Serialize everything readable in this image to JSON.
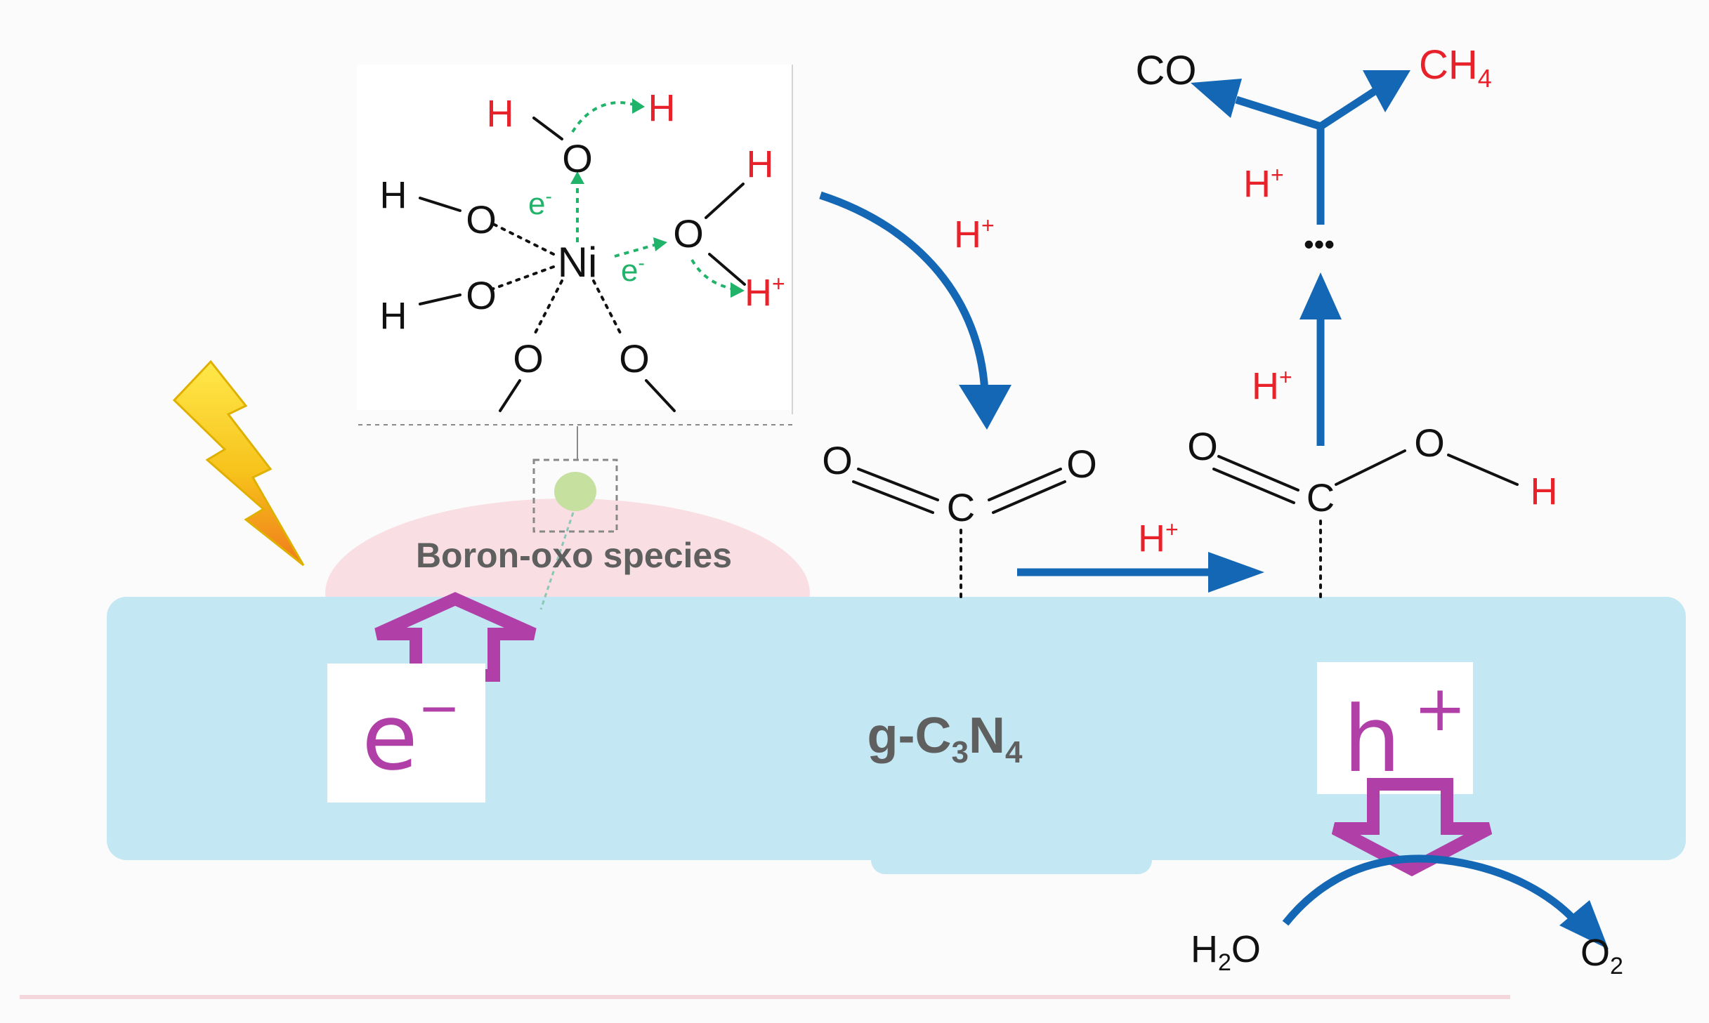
{
  "labels": {
    "boron_oxo": "Boron-oxo species",
    "support_main": "g-C",
    "support_sub1": "3",
    "support_mid": "N",
    "support_sub2": "4",
    "electron_symbol": "e",
    "electron_sup": "−",
    "hole_symbol": "h",
    "hole_sup": "+"
  },
  "ni_complex": {
    "metal": "Ni",
    "oxygen": "O",
    "hydrogen": "H",
    "proton": "H",
    "proton_sup": "+",
    "electron": "e",
    "electron_sup": "-"
  },
  "reaction": {
    "co2_o": "O",
    "co2_c": "C",
    "proton": "H",
    "proton_sup": "+",
    "cooh_o": "O",
    "cooh_c": "C",
    "cooh_h": "H",
    "ellipsis": "•••",
    "product_co": "CO",
    "product_ch4": "CH",
    "product_ch4_sub": "4",
    "water": "H",
    "water_sub": "2",
    "water_o": "O",
    "oxygen": "O",
    "oxygen_sub": "2"
  },
  "colors": {
    "support": "#c3e8f3",
    "arrow_blue": "#1467b4",
    "carrier_magenta": "#b040a8",
    "proton_red": "#e8222a",
    "electron_green": "#22b36b",
    "boron_halo": "#f9dfe4",
    "bolt_yellow": "#f7d21b",
    "bolt_orange": "#f08a1c"
  }
}
